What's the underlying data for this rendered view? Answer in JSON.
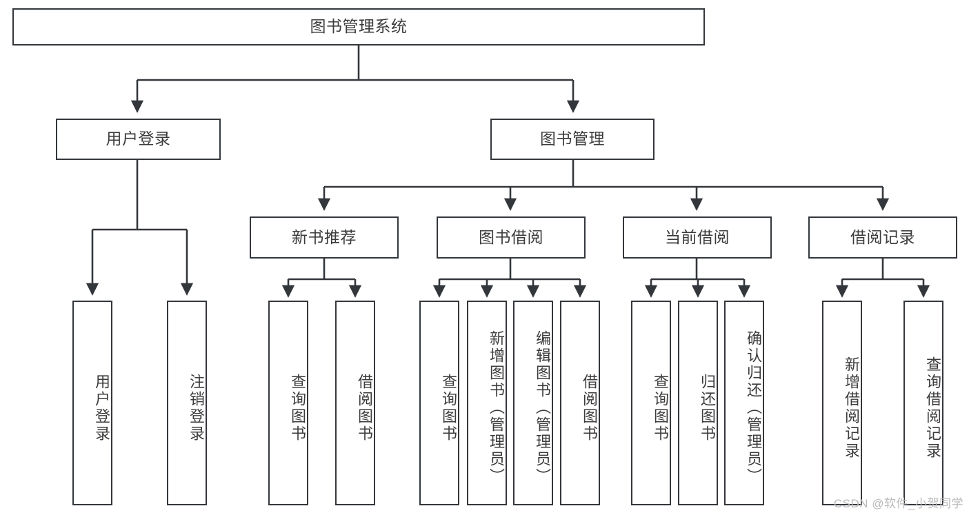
{
  "diagram": {
    "type": "tree-hierarchy",
    "title": "图书管理系统",
    "watermark": "CSDN @软件_小贺同学",
    "colors": {
      "box_border": "#33373b",
      "box_fill": "#ffffff",
      "connector": "#33373b",
      "text": "#3c3c3c",
      "watermark": "#b9b9b9",
      "background": "#ffffff"
    },
    "root": {
      "label": "图书管理系统"
    },
    "level1": [
      {
        "label": "用户登录"
      },
      {
        "label": "图书管理"
      }
    ],
    "level2": [
      {
        "label": "新书推荐"
      },
      {
        "label": "图书借阅"
      },
      {
        "label": "当前借阅"
      },
      {
        "label": "借阅记录"
      }
    ],
    "leaves": {
      "user_login": [
        {
          "label": "用户登录"
        },
        {
          "label": "注销登录"
        }
      ],
      "new_book_recommend": [
        {
          "label": "查询图书"
        },
        {
          "label": "借阅图书"
        }
      ],
      "book_borrow": [
        {
          "label": "查询图书"
        },
        {
          "label": "新增图书（管理员）"
        },
        {
          "label": "编辑图书（管理员）"
        },
        {
          "label": "借阅图书"
        }
      ],
      "current_borrow": [
        {
          "label": "查询图书"
        },
        {
          "label": "归还图书"
        },
        {
          "label": "确认归还（管理员）"
        }
      ],
      "borrow_record": [
        {
          "label": "新增借阅记录"
        },
        {
          "label": "查询借阅记录"
        }
      ]
    }
  }
}
